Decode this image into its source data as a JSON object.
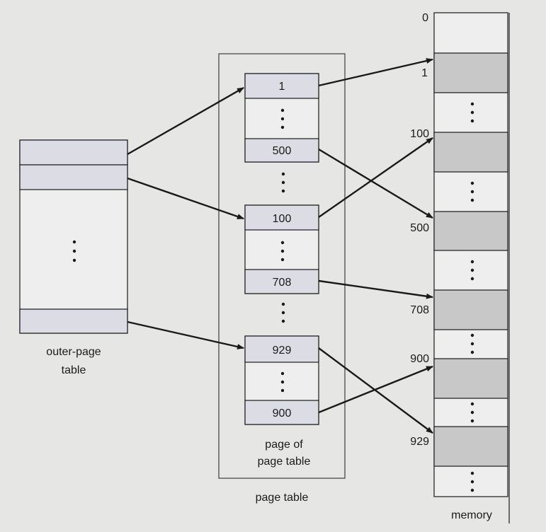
{
  "outer_page_table": {
    "label_line1": "outer-page",
    "label_line2": "table"
  },
  "page_table": {
    "label": "page table",
    "inner_label_line1": "page of",
    "inner_label_line2": "page table",
    "entries": [
      "1",
      "500",
      "100",
      "708",
      "929",
      "900"
    ]
  },
  "memory": {
    "label": "memory",
    "addresses": [
      "0",
      "1",
      "100",
      "500",
      "708",
      "900",
      "929"
    ]
  },
  "colors": {
    "background": "#e6e6e4",
    "panel_fill": "#eeeeee",
    "entry_fill": "#dcdce4",
    "memory_frame_fill": "#c8c8c8",
    "line": "#1a1a1a"
  }
}
